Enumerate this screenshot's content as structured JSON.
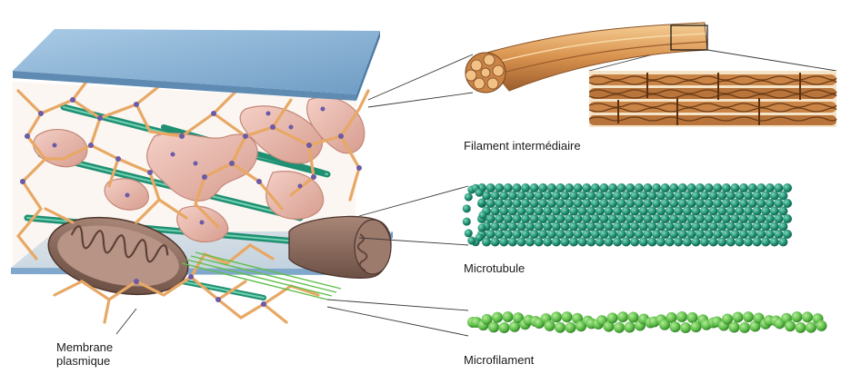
{
  "labels": {
    "intermediate_filament": "Filament intermédiaire",
    "microtubule": "Microtubule",
    "microfilament": "Microfilament",
    "membrane_line1": "Membrane",
    "membrane_line2": "plasmique"
  },
  "colors": {
    "membrane_blue": "#8fb8d8",
    "filament_tan": "#e8a865",
    "microtubule_green": "#1f8f72",
    "microfilament_green": "#5fbf4a",
    "organelle_pink": "#e9b7aa",
    "mitochondrion_brown": "#8a6a5c",
    "vesicle_purple": "#6a5aa8"
  }
}
